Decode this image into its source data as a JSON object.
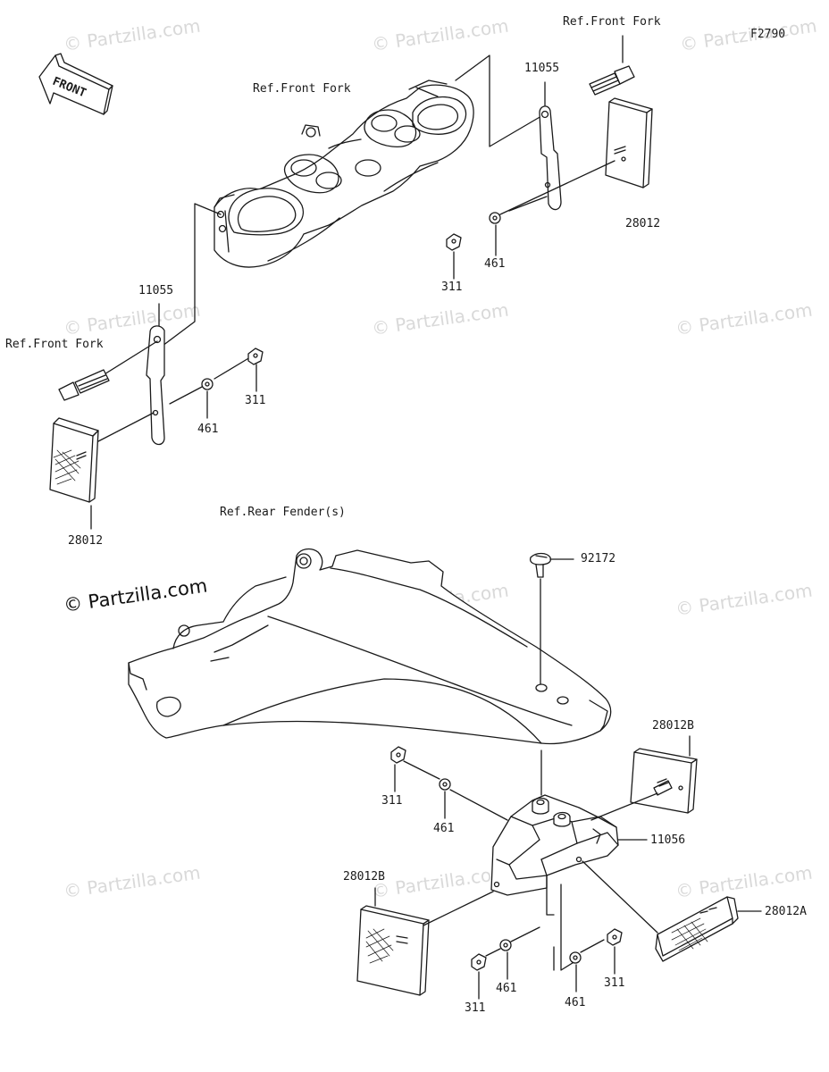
{
  "figure_code": "F2790",
  "front_arrow_text": "FRONT",
  "brand_mark": "© Partzilla.com",
  "watermark_text": "© Partzilla.com",
  "references": {
    "front_fork_top_right": "Ref.Front Fork",
    "front_fork_center": "Ref.Front Fork",
    "front_fork_left": "Ref.Front Fork",
    "rear_fender": "Ref.Rear Fender(s)"
  },
  "part_numbers": {
    "bracket_right": "11055",
    "reflector_right": "28012",
    "washer_right": "461",
    "nut_right": "311",
    "bracket_left": "11055",
    "washer_left": "461",
    "nut_left": "311",
    "reflector_left": "28012",
    "screw_fender": "92172",
    "reflector_rear_top": "28012B",
    "nut_rear_upper": "311",
    "washer_rear_upper": "461",
    "bracket_rear": "11056",
    "reflector_rear_left": "28012B",
    "reflector_rear_right": "28012A",
    "nut_rear_low_left": "311",
    "washer_rear_low_left": "461",
    "washer_rear_low_right": "461",
    "nut_rear_low_right": "311"
  }
}
